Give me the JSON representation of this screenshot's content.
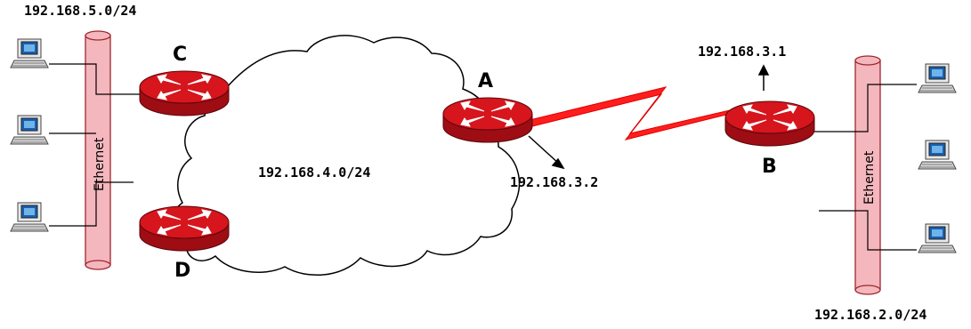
{
  "labels": {
    "lan_left": "192.168.5.0/24",
    "lan_right": "192.168.2.0/24",
    "cloud_net": "192.168.4.0/24",
    "ip_a": "192.168.3.2",
    "ip_b": "192.168.3.1",
    "ethernet_left": "Ethernet",
    "ethernet_right": "Ethernet"
  },
  "routers": {
    "A": "A",
    "B": "B",
    "C": "C",
    "D": "D"
  },
  "colors": {
    "router_body": "#c8141c",
    "router_top": "#e01a22",
    "bus_fill": "#f4b7bd",
    "serial_link": "#ff1e1e"
  }
}
